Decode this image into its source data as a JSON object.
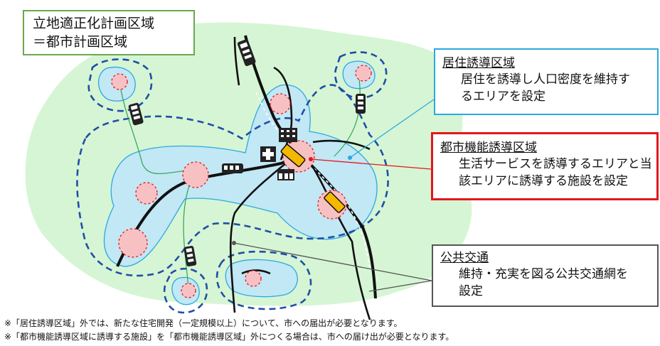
{
  "area_box": {
    "line1": "立地適正化計画区域",
    "line2": "＝都市計画区域"
  },
  "residential_box": {
    "title": "居住誘導区域",
    "line1": "居住を誘導し人口密度を維持す",
    "line2": "るエリアを設定"
  },
  "urban_box": {
    "title": "都市機能誘導区域",
    "line1": "生活サービスを誘導するエリアと当",
    "line2": "該エリアに誘導する施設を設定"
  },
  "transport_box": {
    "title": "公共交通",
    "line1": "維持・充実を図る公共交通網を",
    "line2": "設定"
  },
  "notes": [
    "※「居住誘導区域」外では、新たな住宅開発（一定規模以上）について、市への届出が必要となります。",
    "※「都市機能誘導区域に誘導する施設」を「都市機能誘導区域」外につくる場合は、市への届け出が必要となります。"
  ],
  "colors": {
    "planning_area": "#d6f5d4",
    "residential_area": "#c2e7f5",
    "urban_center": "#f7c1c4",
    "boundary_dashed": "#1f4fa6",
    "residential_outline": "#29a9e0",
    "urban_outline": "#e3161d",
    "rail": "#111111",
    "station": "#f5b800"
  }
}
